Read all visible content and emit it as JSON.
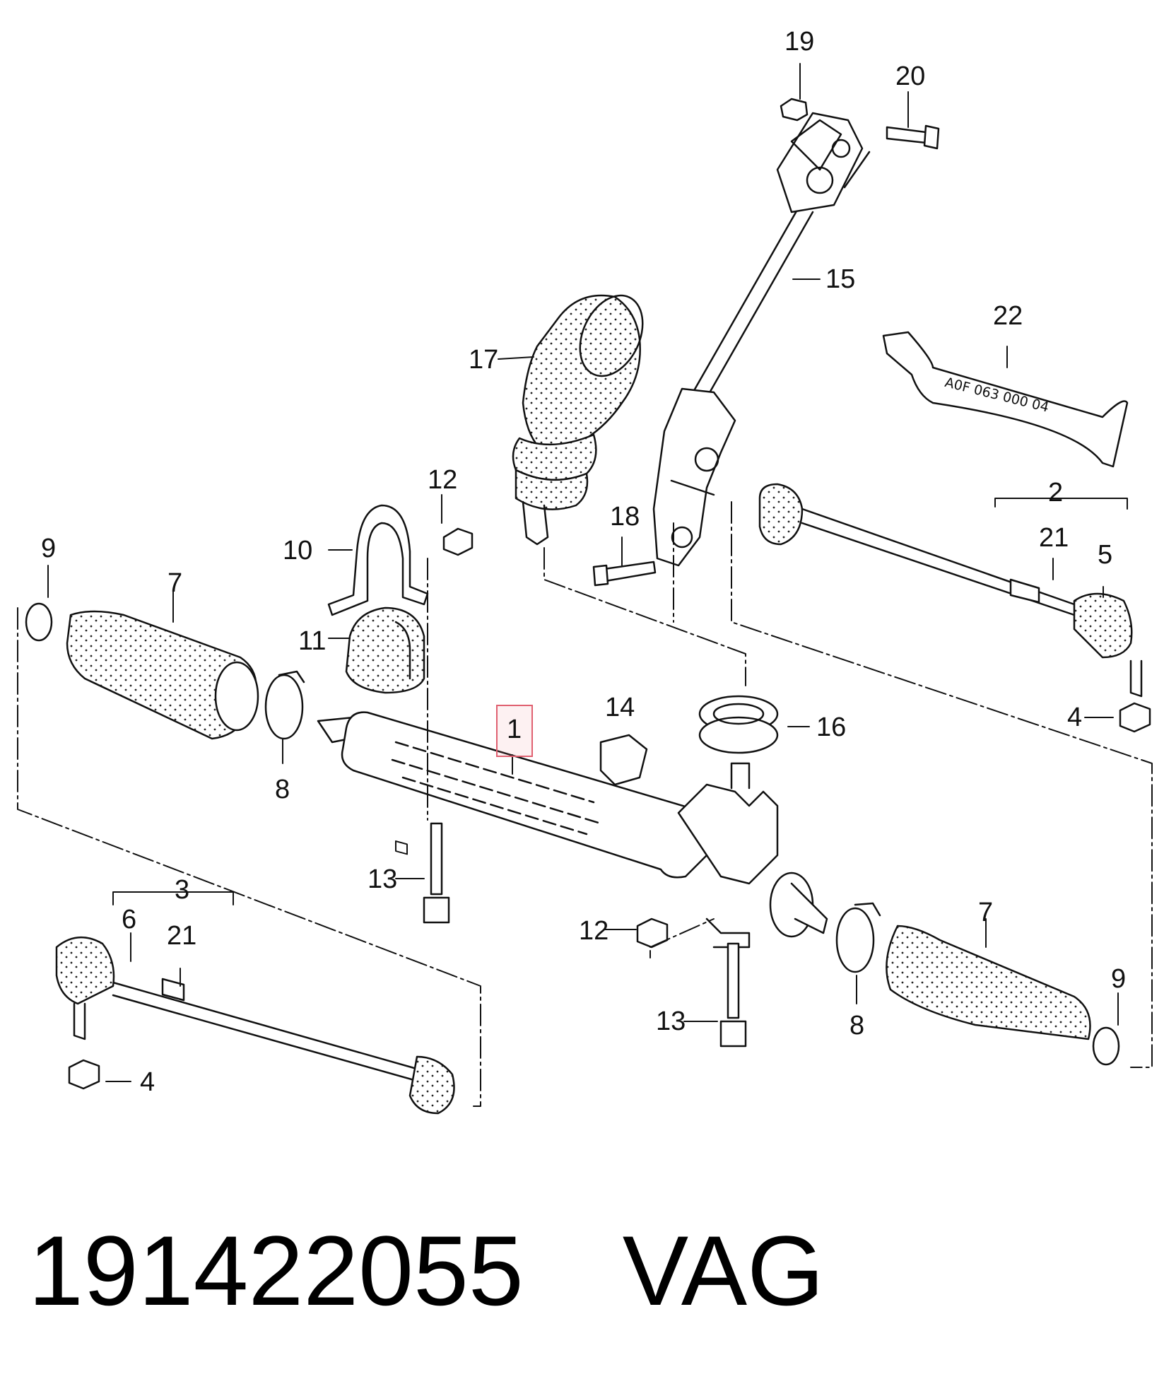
{
  "labels": {
    "c1": "1",
    "c2": "2",
    "c3": "3",
    "c4a": "4",
    "c4b": "4",
    "c5": "5",
    "c6": "6",
    "c7a": "7",
    "c7b": "7",
    "c8a": "8",
    "c8b": "8",
    "c9a": "9",
    "c9b": "9",
    "c10": "10",
    "c11": "11",
    "c12a": "12",
    "c12b": "12",
    "c13a": "13",
    "c13b": "13",
    "c14": "14",
    "c15": "15",
    "c16": "16",
    "c17": "17",
    "c18": "18",
    "c19": "19",
    "c20": "20",
    "c21a": "21",
    "c21b": "21",
    "c22": "22"
  },
  "tube_text": "A0F 063 000 04",
  "footer": {
    "part_number": "191422055",
    "brand": "VAG"
  },
  "highlight_color": "#e06070"
}
